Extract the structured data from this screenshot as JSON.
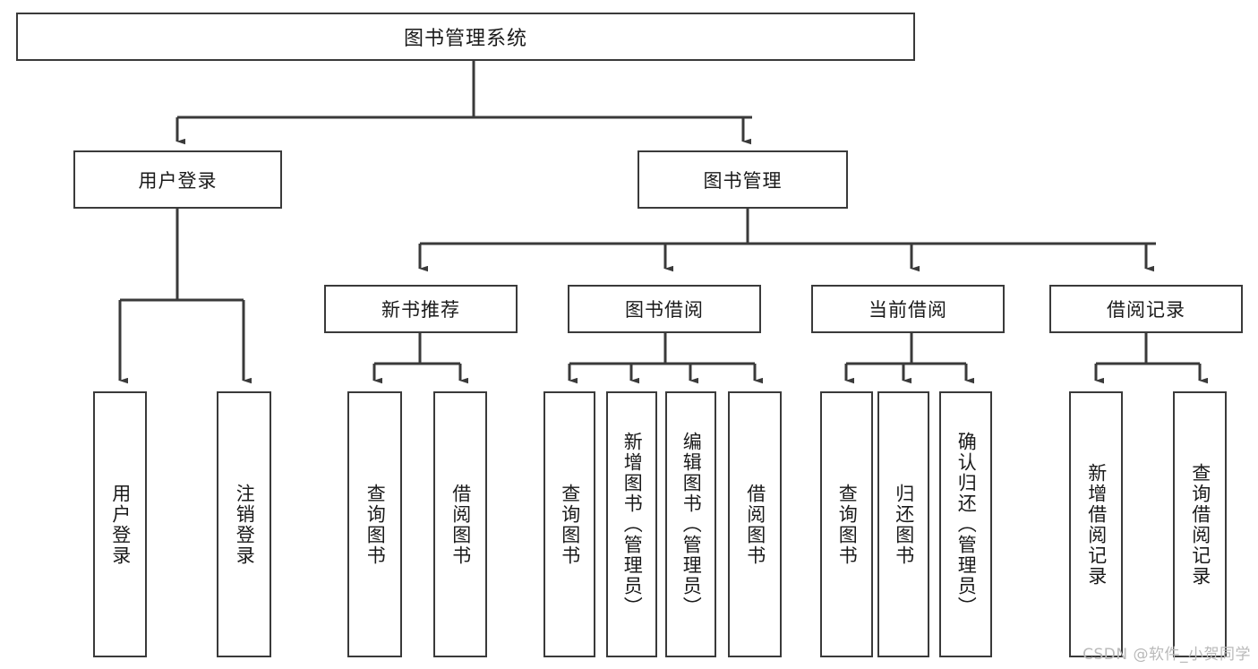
{
  "diagram": {
    "title": "图书管理系统",
    "watermark": "CSDN @软件_小贺同学",
    "stroke_color": "#3a3a3a",
    "background_color": "#ffffff",
    "text_color": "#1a1a1a",
    "watermark_color": "#b9b9b9"
  },
  "root": {
    "label": "图书管理系统"
  },
  "level2": [
    {
      "label": "用户登录"
    },
    {
      "label": "图书管理"
    }
  ],
  "level3": [
    {
      "label": "新书推荐"
    },
    {
      "label": "图书借阅"
    },
    {
      "label": "当前借阅"
    },
    {
      "label": "借阅记录"
    }
  ],
  "leaves": {
    "user_login": [
      {
        "label": "用户登录"
      },
      {
        "label": "注销登录"
      }
    ],
    "new_book_recommend": [
      {
        "label": "查询图书"
      },
      {
        "label": "借阅图书"
      }
    ],
    "book_borrow": [
      {
        "label": "查询图书"
      },
      {
        "label": "新增图书（管理员）"
      },
      {
        "label": "编辑图书（管理员）"
      },
      {
        "label": "借阅图书"
      }
    ],
    "current_borrow": [
      {
        "label": "查询图书"
      },
      {
        "label": "归还图书"
      },
      {
        "label": "确认归还（管理员）"
      }
    ],
    "borrow_record": [
      {
        "label": "新增借阅记录"
      },
      {
        "label": "查询借阅记录"
      }
    ]
  }
}
